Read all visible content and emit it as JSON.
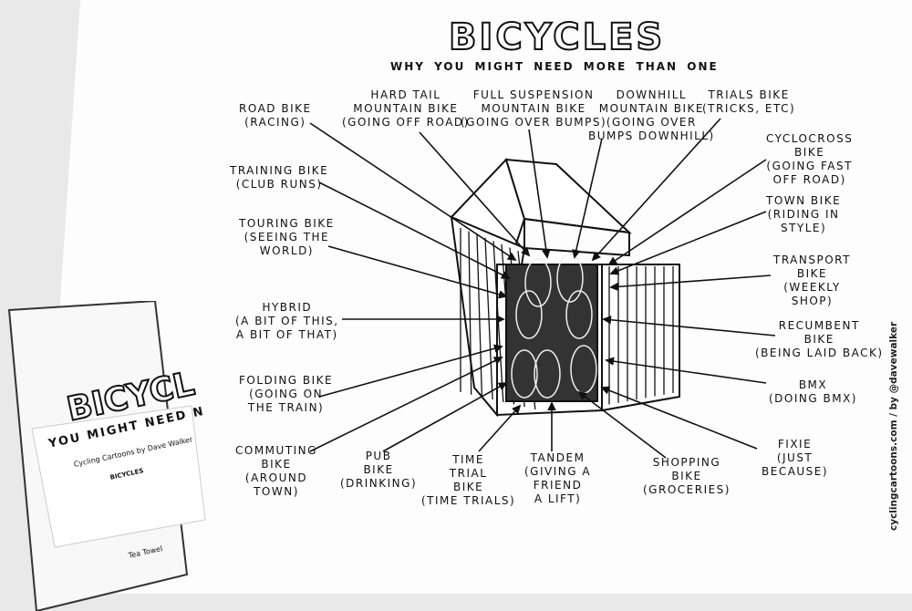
{
  "title": "BICYCLES",
  "subtitle": "WHY YOU MIGHT NEED MORE THAN ONE",
  "credit": "cyclingcartoons.com / by @davewalker",
  "labels": [
    {
      "id": "road-bike",
      "lines": [
        "ROAD BIKE",
        "(RACING)"
      ]
    },
    {
      "id": "hard-tail",
      "lines": [
        "HARD TAIL",
        "MOUNTAIN BIKE",
        "(GOING OFF ROAD)"
      ]
    },
    {
      "id": "full-suspension",
      "lines": [
        "FULL SUSPENSION",
        "MOUNTAIN BIKE",
        "(GOING OVER BUMPS)"
      ]
    },
    {
      "id": "downhill",
      "lines": [
        "DOWNHILL",
        "MOUNTAIN BIKE",
        "(GOING OVER",
        "BUMPS DOWNHILL)"
      ]
    },
    {
      "id": "trials-bike",
      "lines": [
        "TRIALS BIKE",
        "(TRICKS, ETC)"
      ]
    },
    {
      "id": "cyclocross",
      "lines": [
        "CYCLOCROSS",
        "BIKE",
        "(GOING FAST",
        "OFF ROAD)"
      ]
    },
    {
      "id": "town-bike",
      "lines": [
        "TOWN BIKE",
        "(RIDING IN",
        "STYLE)"
      ]
    },
    {
      "id": "transport-bike",
      "lines": [
        "TRANSPORT",
        "BIKE",
        "(WEEKLY",
        "SHOP)"
      ]
    },
    {
      "id": "recumbent",
      "lines": [
        "RECUMBENT",
        "BIKE",
        "(BEING LAID BACK)"
      ]
    },
    {
      "id": "bmx",
      "lines": [
        "BMX",
        "(DOING BMX)"
      ]
    },
    {
      "id": "fixie",
      "lines": [
        "FIXIE",
        "(JUST",
        "BECAUSE)"
      ]
    },
    {
      "id": "shopping-bike",
      "lines": [
        "SHOPPING",
        "BIKE",
        "(GROCERIES)"
      ]
    },
    {
      "id": "tandem",
      "lines": [
        "TANDEM",
        "(GIVING A",
        "FRIEND",
        "A LIFT)"
      ]
    },
    {
      "id": "time-trial",
      "lines": [
        "TIME",
        "TRIAL",
        "BIKE",
        "(TIME TRIALS)"
      ]
    },
    {
      "id": "pub-bike",
      "lines": [
        "PUB",
        "BIKE",
        "(DRINKING)"
      ]
    },
    {
      "id": "commuting",
      "lines": [
        "COMMUTING",
        "BIKE",
        "(AROUND",
        "TOWN)"
      ]
    },
    {
      "id": "folding-bike",
      "lines": [
        "FOLDING BIKE",
        "(GOING ON",
        "THE TRAIN)"
      ]
    },
    {
      "id": "hybrid",
      "lines": [
        "HYBRID",
        "(A BIT OF THIS,",
        "A BIT OF THAT)"
      ]
    },
    {
      "id": "touring-bike",
      "lines": [
        "TOURING BIKE",
        "(SEEING THE",
        "WORLD)"
      ]
    },
    {
      "id": "training-bike",
      "lines": [
        "TRAINING BIKE",
        "(CLUB RUNS)"
      ]
    }
  ],
  "package": {
    "towel_title": "BICYCL",
    "towel_subtitle": "YOU MIGHT  NEED N",
    "brand": "Cycling Cartoons by Dave Walker",
    "mini_title": "BICYCLES",
    "product": "Tea Towel"
  }
}
